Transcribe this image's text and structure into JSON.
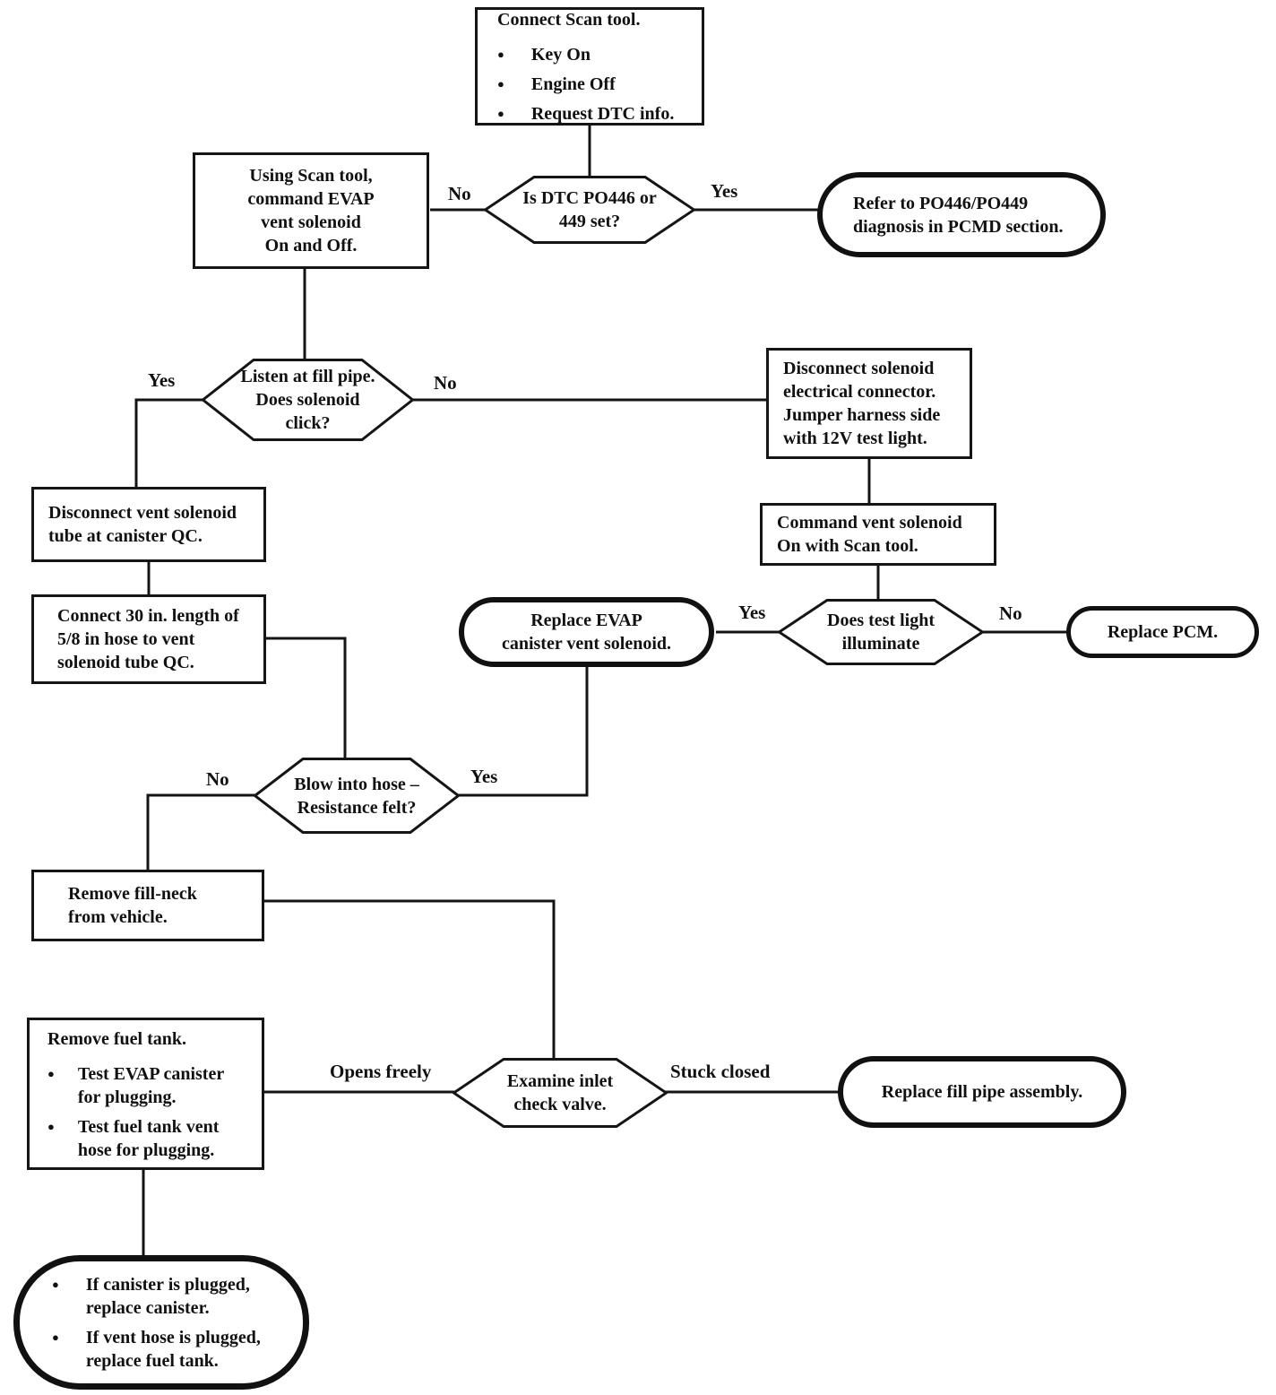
{
  "diagram_title": "EVAP canister vent solenoid diagnostic flowchart",
  "colors": {
    "line": "#141414",
    "text": "#111111",
    "background": "#ffffff"
  },
  "nodes": {
    "connect_scan_tool": {
      "type": "process",
      "title": "Connect Scan tool.",
      "bullets": [
        "Key On",
        "Engine Off",
        "Request DTC info."
      ]
    },
    "is_dtc_set": {
      "type": "decision",
      "text": "Is DTC PO446 or\n449 set?"
    },
    "using_scan_tool": {
      "type": "process",
      "text": "Using Scan tool,\ncommand EVAP\nvent solenoid\nOn and Off."
    },
    "refer_pcmd": {
      "type": "terminal",
      "text": "Refer to PO446/PO449\ndiagnosis in PCMD section."
    },
    "listen_fill_pipe": {
      "type": "decision",
      "text": "Listen at fill pipe.\nDoes solenoid\nclick?"
    },
    "disconnect_solenoid_connector": {
      "type": "process",
      "text": "Disconnect solenoid\nelectrical connector.\nJumper harness side\nwith 12V test light."
    },
    "disconnect_vent_tube": {
      "type": "process",
      "text": "Disconnect vent solenoid\ntube at canister QC."
    },
    "command_vent_on": {
      "type": "process",
      "text": "Command vent solenoid\nOn with Scan tool."
    },
    "connect_hose": {
      "type": "process",
      "text": "Connect 30 in. length of\n5/8 in hose to vent\nsolenoid tube QC."
    },
    "replace_evap_solenoid": {
      "type": "terminal",
      "text": "Replace EVAP\ncanister vent solenoid."
    },
    "does_test_light": {
      "type": "decision",
      "text": "Does test light\nilluminate"
    },
    "replace_pcm": {
      "type": "terminal",
      "text": "Replace PCM."
    },
    "blow_into_hose": {
      "type": "decision",
      "text": "Blow into hose –\nResistance felt?"
    },
    "remove_fill_neck": {
      "type": "process",
      "text": "Remove fill-neck\nfrom vehicle."
    },
    "remove_fuel_tank": {
      "type": "process",
      "title": "Remove fuel tank.",
      "bullets": [
        "Test EVAP canister\nfor plugging.",
        "Test fuel tank vent\nhose for plugging."
      ]
    },
    "examine_inlet_valve": {
      "type": "decision",
      "text": "Examine inlet\ncheck valve."
    },
    "replace_fill_pipe": {
      "type": "terminal",
      "text": "Replace fill pipe assembly."
    },
    "canister_vent_results": {
      "type": "terminal",
      "bullets": [
        "If canister is plugged,\nreplace canister.",
        "If vent hose is plugged,\nreplace fuel tank."
      ]
    }
  },
  "edge_labels": {
    "is_dtc_no": "No",
    "is_dtc_yes": "Yes",
    "listen_yes": "Yes",
    "listen_no": "No",
    "test_light_yes": "Yes",
    "test_light_no": "No",
    "blow_no": "No",
    "blow_yes": "Yes",
    "examine_opens": "Opens freely",
    "examine_stuck": "Stuck closed"
  }
}
